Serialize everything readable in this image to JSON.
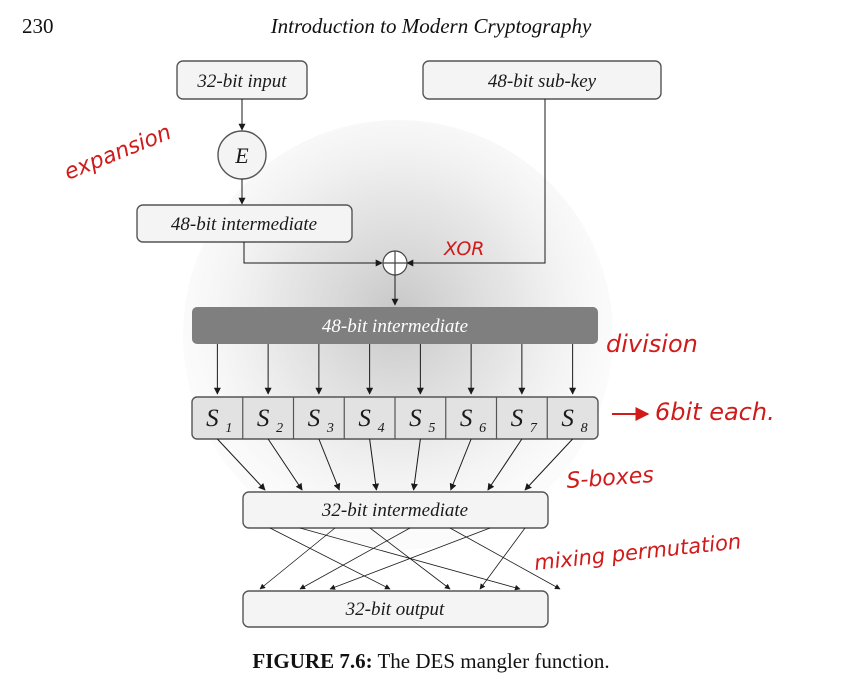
{
  "header": {
    "page_number": "230",
    "running_title": "Introduction to Modern Cryptography"
  },
  "figure": {
    "input_label": "32-bit input",
    "subkey_label": "48-bit sub-key",
    "expansion_label": "E",
    "intermediate_expanded": "48-bit intermediate",
    "intermediate_xored": "48-bit intermediate",
    "sboxes": [
      {
        "letter": "S",
        "sub": "1"
      },
      {
        "letter": "S",
        "sub": "2"
      },
      {
        "letter": "S",
        "sub": "3"
      },
      {
        "letter": "S",
        "sub": "4"
      },
      {
        "letter": "S",
        "sub": "5"
      },
      {
        "letter": "S",
        "sub": "6"
      },
      {
        "letter": "S",
        "sub": "7"
      },
      {
        "letter": "S",
        "sub": "8"
      }
    ],
    "intermediate_sbox_out": "32-bit intermediate",
    "output_label": "32-bit output"
  },
  "annotations": {
    "expansion": "expansion",
    "xor": "XOR",
    "division": "division",
    "six_bit": "6bit each.",
    "sboxes": "S-boxes",
    "mixing": "mixing permutation"
  },
  "caption": {
    "label": "FIGURE 7.6",
    "text": "The DES mangler function."
  },
  "colors": {
    "ink": "#d11a1a",
    "band": "#7f7f7f",
    "box_fill": "#f4f4f4",
    "box_stroke": "#555555"
  }
}
